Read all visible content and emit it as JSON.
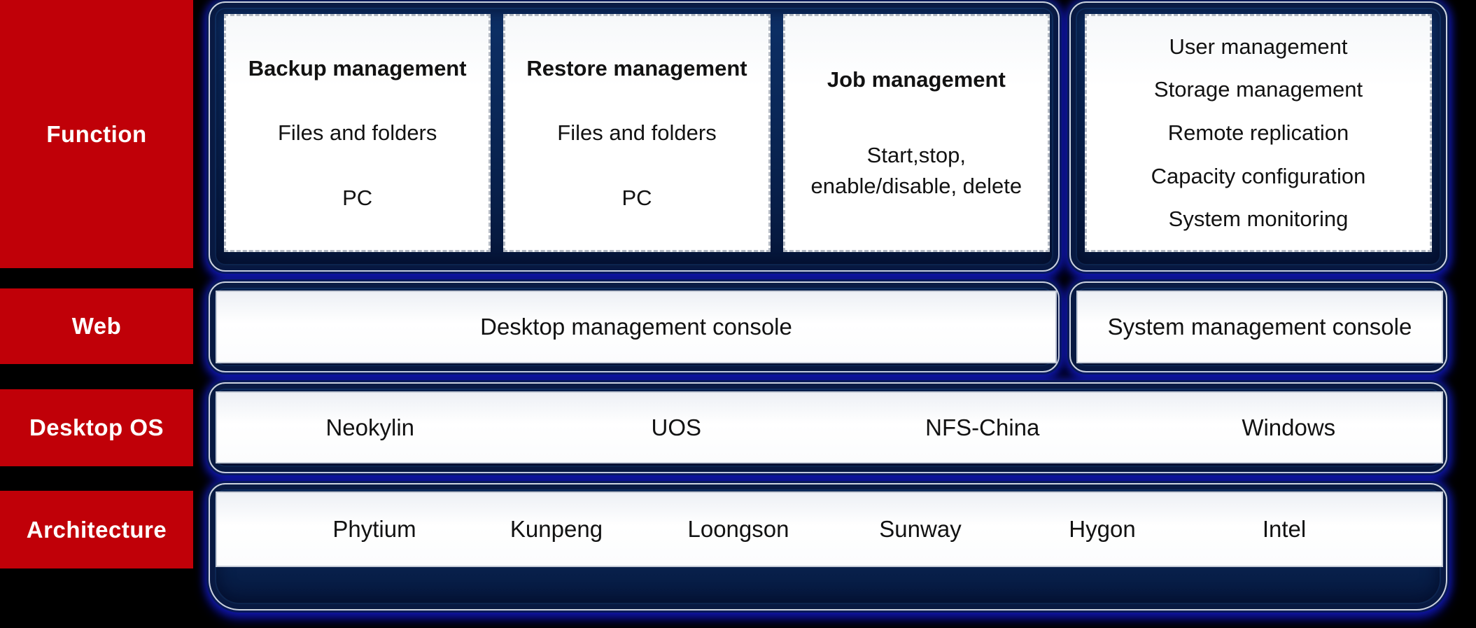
{
  "left_labels": {
    "function": "Function",
    "web": "Web",
    "desktop_os": "Desktop OS",
    "architecture": "Architecture"
  },
  "function_row": {
    "boxes": [
      {
        "title": "Backup management",
        "line1": "Files and folders",
        "line2": "PC"
      },
      {
        "title": "Restore management",
        "line1": "Files and folders",
        "line2": "PC"
      },
      {
        "title": "Job management",
        "line1": "Start,stop,",
        "line2": "enable/disable, delete"
      }
    ],
    "side_box": {
      "lines": [
        "User management",
        "Storage management",
        "Remote replication",
        "Capacity configuration",
        "System monitoring"
      ]
    }
  },
  "web_row": {
    "desktop_console": "Desktop management console",
    "system_console": "System management console"
  },
  "desktop_os_row": [
    "Neokylin",
    "UOS",
    "NFS-China",
    "Windows"
  ],
  "architecture_row": [
    "Phytium",
    "Kunpeng",
    "Loongson",
    "Sunway",
    "Hygon",
    "Intel"
  ],
  "colors": {
    "background": "#000000",
    "label_red": "#C00008",
    "panel_navy": "#0A2757",
    "glow_blue": "#1620C6",
    "dashed_border": "#B4BAC4"
  }
}
